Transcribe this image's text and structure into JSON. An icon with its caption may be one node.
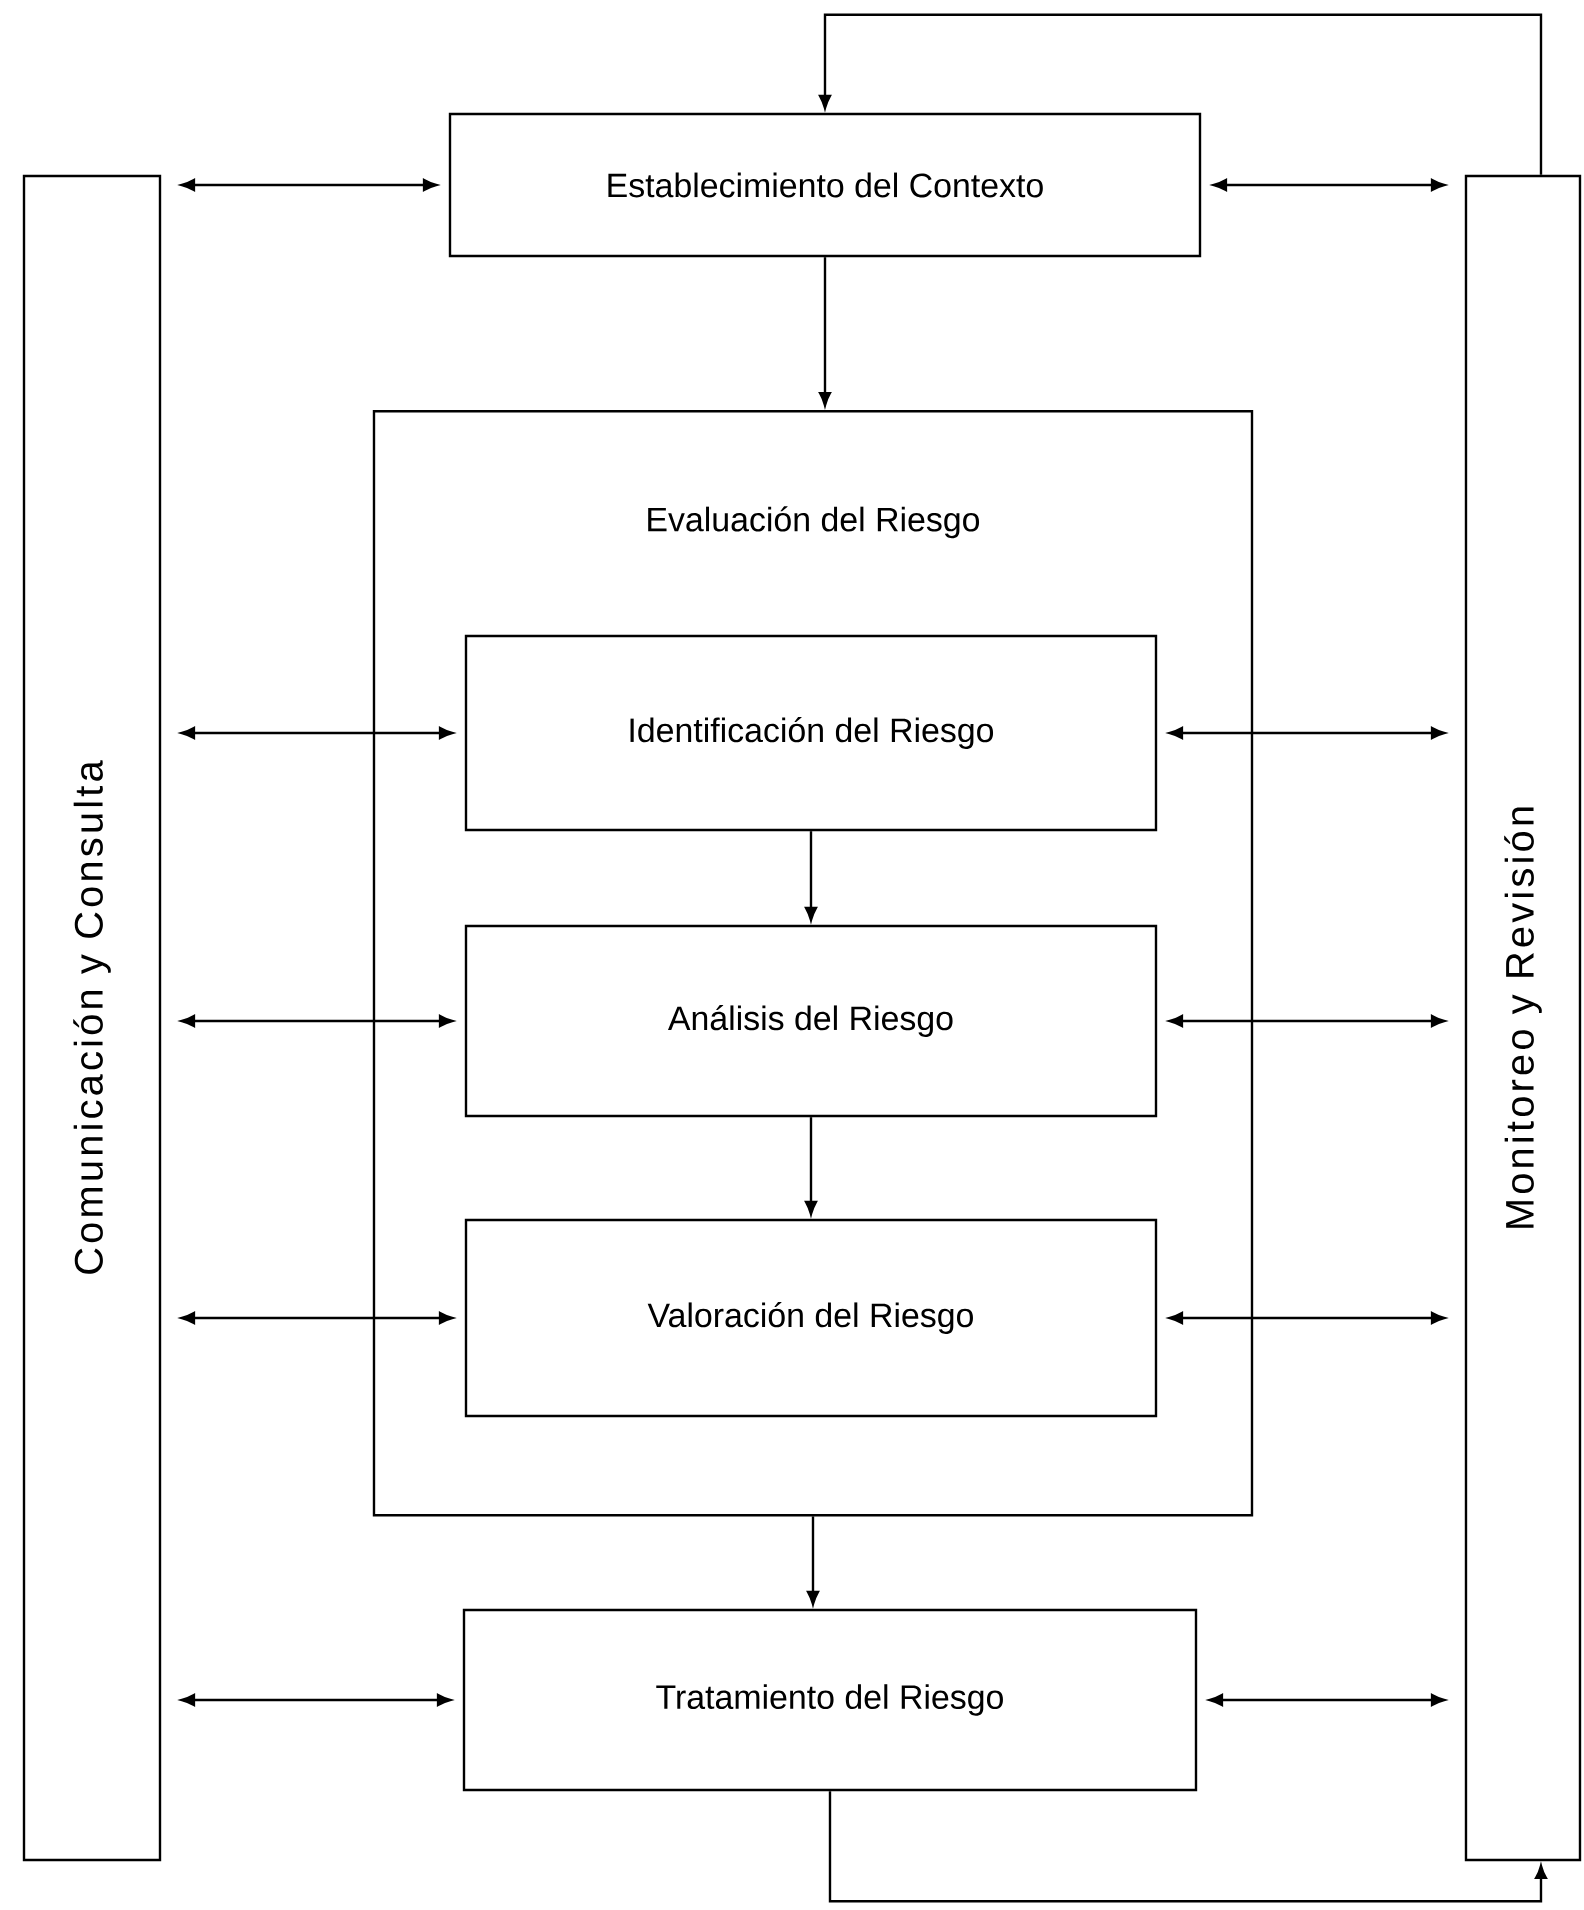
{
  "diagram": {
    "nodes": [
      {
        "text": [
          "Comunicación y Consulta"
        ]
      },
      {
        "text": [
          "Establecimiento del Contexto"
        ]
      },
      {
        "text": [
          "Monitoreo y Revisión"
        ]
      },
      {
        "text": [
          "Evaluación del Riesgo"
        ]
      },
      {
        "text": [
          "Identificación del Riesgo"
        ],
        "in": 3
      },
      {
        "text": [
          "Análisis del Riesgo"
        ],
        "in": 3
      },
      {
        "text": [
          "Valoración del Riesgo"
        ],
        "in": 3
      },
      {
        "text": [
          "Tratamiento del Riesgo"
        ]
      }
    ],
    "edges": [
      {
        "from": 0,
        "to": 1,
        "arrow": "both"
      },
      {
        "from": 1,
        "to": 2,
        "arrow": "both"
      },
      {
        "from": 1,
        "to": 3,
        "arrow": "to"
      },
      {
        "from": 0,
        "to": 4,
        "arrow": "both"
      },
      {
        "from": 4,
        "to": 2,
        "arrow": "both"
      },
      {
        "from": 4,
        "to": 5,
        "arrow": "to"
      },
      {
        "from": 0,
        "to": 5,
        "arrow": "both"
      },
      {
        "from": 5,
        "to": 2,
        "arrow": "both"
      },
      {
        "from": 5,
        "to": 6,
        "arrow": "to"
      },
      {
        "from": 0,
        "to": 6,
        "arrow": "both"
      },
      {
        "from": 6,
        "to": 2,
        "arrow": "both"
      },
      {
        "from": 3,
        "to": 7,
        "arrow": "to"
      },
      {
        "from": 0,
        "to": 7,
        "arrow": "both"
      },
      {
        "from": 7,
        "to": 2,
        "arrow": "both"
      },
      {
        "from": 7,
        "to": 2,
        "arrow": "to"
      },
      {
        "from": 2,
        "to": 1,
        "arrow": "to"
      }
    ]
  }
}
